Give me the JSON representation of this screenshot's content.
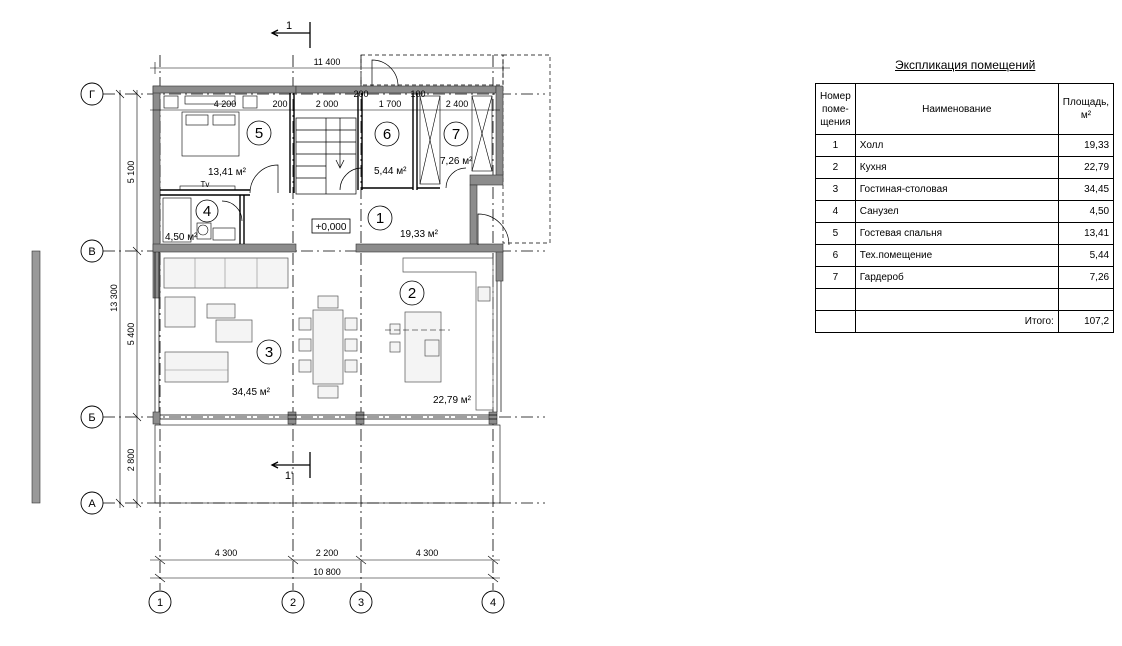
{
  "explication": {
    "title": "Экспликация помещений",
    "headers": {
      "number": "Номер поме-щения",
      "name": "Наименование",
      "area": "Площадь, м²"
    },
    "rows": [
      {
        "num": "1",
        "name": "Холл",
        "area": "19,33"
      },
      {
        "num": "2",
        "name": "Кухня",
        "area": "22,79"
      },
      {
        "num": "3",
        "name": "Гостиная-столовая",
        "area": "34,45"
      },
      {
        "num": "4",
        "name": "Санузел",
        "area": "4,50"
      },
      {
        "num": "5",
        "name": "Гостевая спальня",
        "area": "13,41"
      },
      {
        "num": "6",
        "name": "Тех.помещение",
        "area": "5,44"
      },
      {
        "num": "7",
        "name": "Гардероб",
        "area": "7,26"
      }
    ],
    "total_label": "Итого:",
    "total_value": "107,2"
  },
  "plan": {
    "axes_horizontal": [
      "Г",
      "В",
      "Б",
      "А"
    ],
    "axes_vertical": [
      "1",
      "2",
      "3",
      "4"
    ],
    "section_mark": "1",
    "section_mark_bottom": "1'",
    "level_mark": "+0,000",
    "tv_label": "Tv",
    "dims_top": {
      "total": "11 400",
      "d1": "4 200",
      "d2": "200",
      "d3": "2 000",
      "d4": "1 700",
      "d5": "200",
      "d6": "100",
      "d7": "2 400"
    },
    "dims_bottom": {
      "d1": "4 300",
      "d2": "2 200",
      "d3": "4 300",
      "total": "10 800"
    },
    "dims_left": {
      "d1": "5 100",
      "d2": "5 400",
      "d3": "2 800",
      "total": "13 300"
    },
    "rooms": [
      {
        "num": "1",
        "area": "19,33 м²"
      },
      {
        "num": "2",
        "area": "22,79 м²"
      },
      {
        "num": "3",
        "area": "34,45 м²"
      },
      {
        "num": "4",
        "area": "4,50 м²"
      },
      {
        "num": "5",
        "area": "13,41 м²"
      },
      {
        "num": "6",
        "area": "5,44 м²"
      },
      {
        "num": "7",
        "area": "7,26 м²"
      }
    ]
  }
}
